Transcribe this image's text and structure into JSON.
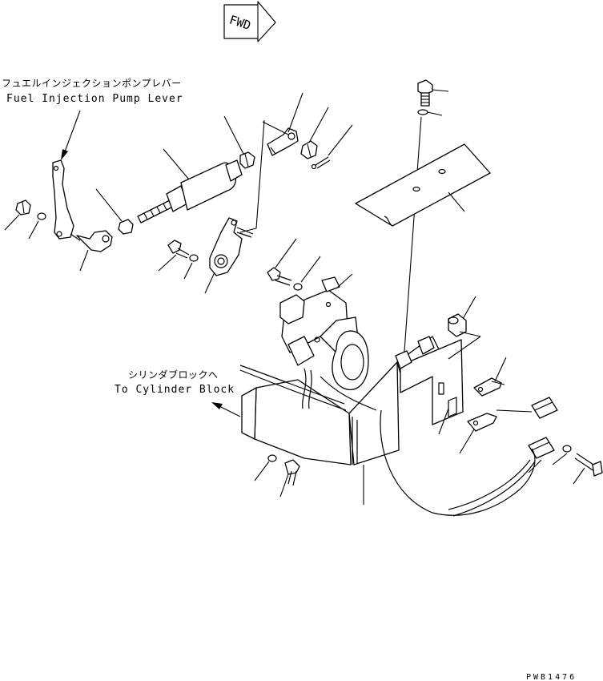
{
  "diagram": {
    "fwd_label": "FWD",
    "labels": {
      "fuel_pump_lever_jp": "フュエルインジェクションポンプレバー",
      "fuel_pump_lever_en": "Fuel Injection Pump Lever",
      "cylinder_block_jp": "シリンダブロックへ",
      "cylinder_block_en": "To Cylinder Block"
    },
    "drawing_code": "PWB1476"
  }
}
